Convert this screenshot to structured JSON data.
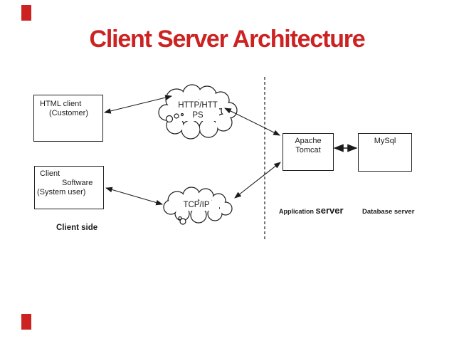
{
  "slide": {
    "title": "Client Server Architecture",
    "accent_color": "#cc2222"
  },
  "boxes": {
    "html_client": {
      "line1": "HTML client",
      "line2": "(Customer)"
    },
    "client_software": {
      "line1": "Client",
      "line2": "Software",
      "line3": "(System user)"
    },
    "apache_tomcat": {
      "line1": "Apache",
      "line2": "Tomcat"
    },
    "mysql": {
      "label": "MySql"
    }
  },
  "clouds": {
    "http": {
      "line1": "HTTP/HTT",
      "line2": "PS"
    },
    "tcp": {
      "label": "TCP/IP"
    }
  },
  "labels": {
    "client_side": "Client side",
    "application_word": "Application",
    "server_word": "server",
    "database_server": "Database server"
  }
}
